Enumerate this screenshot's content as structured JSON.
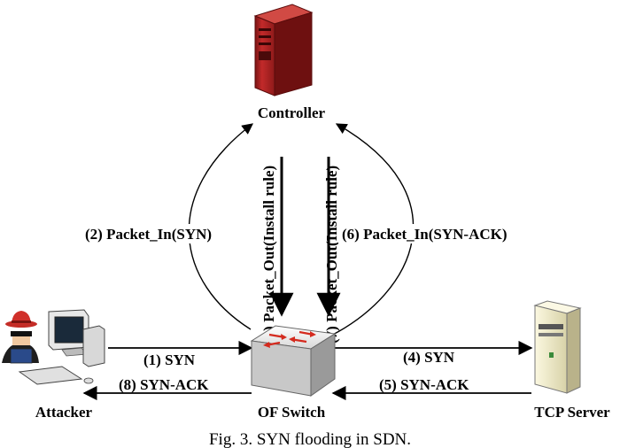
{
  "nodes": {
    "controller": "Controller",
    "attacker": "Attacker",
    "switch": "OF Switch",
    "server": "TCP Server"
  },
  "messages": {
    "m1": "(1) SYN",
    "m2": "(2) Packet_In(SYN)",
    "m3": "(3) Packet_Out(Install rule)",
    "m4": "(4) SYN",
    "m5": "(5) SYN-ACK",
    "m6": "(6) Packet_In(SYN-ACK)",
    "m7": "(7) Packet_Out(Install rule)",
    "m8": "(8) SYN-ACK"
  },
  "caption": "Fig. 3. SYN flooding in SDN.",
  "colors": {
    "controller_body": "#b02020",
    "controller_dark": "#6e1010",
    "switch_arrow": "#d42a1e",
    "server_body": "#f1ecc8",
    "attacker_hat": "#d0302a"
  }
}
